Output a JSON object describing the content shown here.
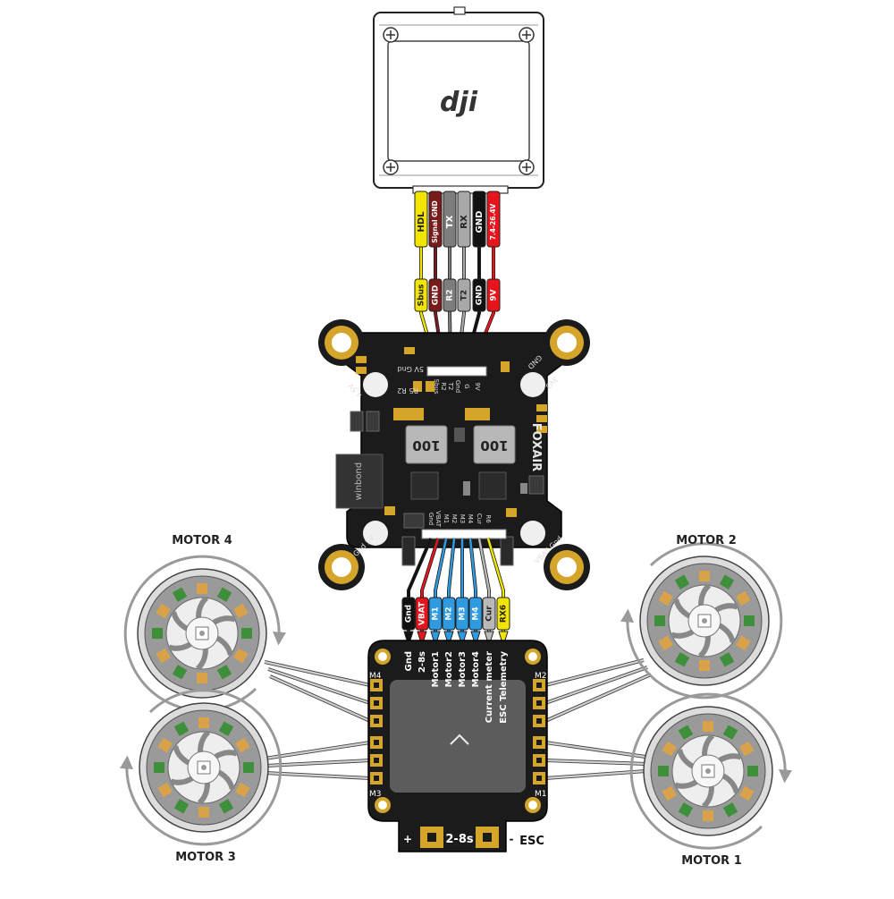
{
  "diagram": {
    "dji_logo": "dji",
    "fc_brand": "FOXAIR",
    "fc_chip_label": "winbond",
    "inductor_label": "100",
    "inductor_label_2": "100",
    "dji_wires": [
      {
        "top": "HDL",
        "bottom": "Sbus",
        "color": "#f2e600"
      },
      {
        "top": "Signal GND",
        "bottom": "GND",
        "color": "#7a1b1b"
      },
      {
        "top": "TX",
        "bottom": "R2",
        "color": "#7d7d7d"
      },
      {
        "top": "RX",
        "bottom": "T2",
        "color": "#a8a8a8"
      },
      {
        "top": "GND",
        "bottom": "GND",
        "color": "#111111"
      },
      {
        "top": "7.4-26.4V",
        "bottom": "9V",
        "color": "#e8141b"
      }
    ],
    "fc_top_pads": [
      "Sbus",
      "R2",
      "T2",
      "Gnd",
      "G",
      "9V"
    ],
    "fc_side_labels": {
      "top_left_a": "4.5V",
      "top_left_b": "5V Gnd",
      "top_left_c": "R5 R2",
      "top_right_a": "3V3",
      "top_right_b": "GND",
      "bottom_left": "Gnd 5V",
      "bottom_right": "VBAT Gnd"
    },
    "fc_bottom_pads": [
      "Gnd",
      "VBAT",
      "M1",
      "M2",
      "M3",
      "M4",
      "Cur",
      "R6"
    ],
    "esc_wires": [
      {
        "top": "Gnd",
        "bottom": "Gnd",
        "color": "#111111"
      },
      {
        "top": "VBAT",
        "bottom": "2-8s",
        "color": "#e8141b"
      },
      {
        "top": "M1",
        "bottom": "Motor1",
        "color": "#2e9be0"
      },
      {
        "top": "M2",
        "bottom": "Motor2",
        "color": "#2e9be0"
      },
      {
        "top": "M3",
        "bottom": "Motor3",
        "color": "#2e9be0"
      },
      {
        "top": "M4",
        "bottom": "Motor4",
        "color": "#2e9be0"
      },
      {
        "top": "Cur",
        "bottom": "Current meter",
        "color": "#b9b9b9"
      },
      {
        "top": "RX6",
        "bottom": "ESC Telemetry",
        "color": "#f2e600"
      }
    ],
    "esc_corners": {
      "tl": "M4",
      "tr": "M2",
      "bl": "M3",
      "br": "M1"
    },
    "esc_power_label": "2-8s",
    "esc_plus": "+",
    "esc_minus": "-",
    "esc_title": "ESC",
    "motors": [
      {
        "label": "MOTOR 4"
      },
      {
        "label": "MOTOR 2"
      },
      {
        "label": "MOTOR 3"
      },
      {
        "label": "MOTOR 1"
      }
    ]
  }
}
